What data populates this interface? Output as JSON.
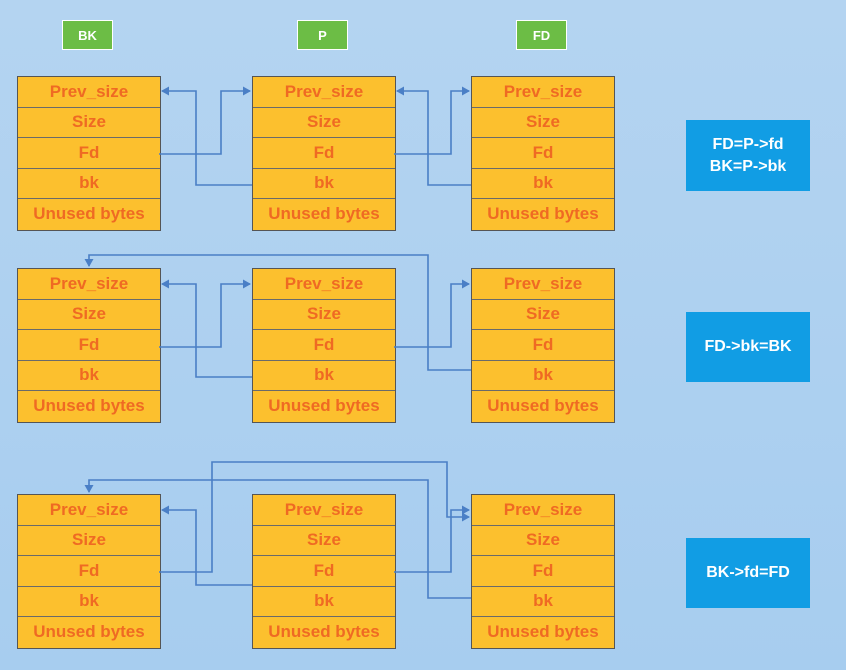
{
  "labels": {
    "bk": "BK",
    "p": "P",
    "fd": "FD"
  },
  "fields": [
    "Prev_size",
    "Size",
    "Fd",
    "bk",
    "Unused bytes"
  ],
  "ops": {
    "row1_line1": "FD=P->fd",
    "row1_line2": "BK=P->bk",
    "row2": "FD->bk=BK",
    "row3": "BK->fd=FD"
  },
  "colors": {
    "background": "#b4d4f1",
    "field_fill": "#fcc02e",
    "field_text": "#ef6a23",
    "label_fill": "#6cbd45",
    "op_fill": "#119de4",
    "wire": "#4a7fc6"
  }
}
